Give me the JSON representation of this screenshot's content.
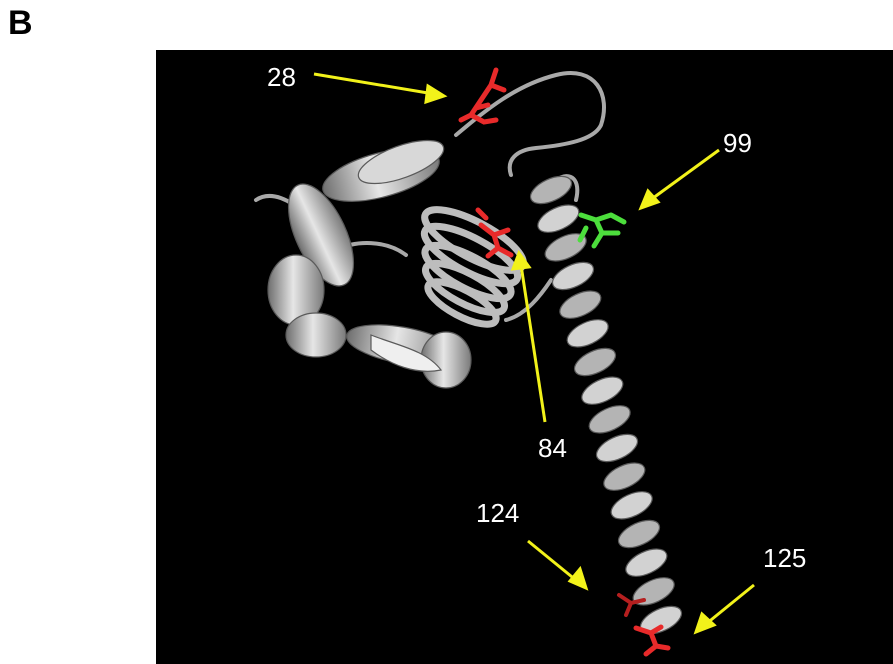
{
  "figure": {
    "panel_letter": "B",
    "background": "#000000",
    "protein_color": "#c9c9c9",
    "residue_red": "#e82a2a",
    "residue_green": "#4cde3c",
    "arrow_color": "#f2f21a",
    "residues": [
      {
        "label": "28",
        "color": "red"
      },
      {
        "label": "99",
        "color": "green"
      },
      {
        "label": "84",
        "color": "red"
      },
      {
        "label": "124",
        "color": "red"
      },
      {
        "label": "125",
        "color": "red"
      }
    ]
  }
}
